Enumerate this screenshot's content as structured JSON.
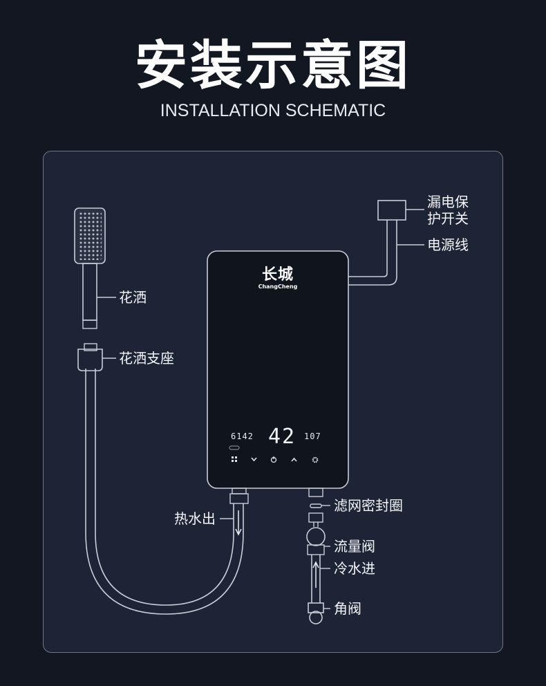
{
  "header": {
    "title": "安装示意图",
    "subtitle": "INSTALLATION SCHEMATIC"
  },
  "brand": {
    "name_cn": "长城",
    "name_en": "ChangCheng"
  },
  "display": {
    "left_readout": "6142",
    "center_temp": "42",
    "right_readout": "107"
  },
  "labels": {
    "leakage_switch_line1": "漏电保",
    "leakage_switch_line2": "护开关",
    "power_cord": "电源线",
    "shower_head": "花洒",
    "shower_holder": "花洒支座",
    "hot_water_out": "热水出",
    "filter_seal": "滤网密封圈",
    "flow_valve": "流量阀",
    "cold_water_in": "冷水进",
    "angle_valve": "角阀"
  },
  "colors": {
    "background": "#121721",
    "card": "#1d2435",
    "line": "#c9ced8",
    "heater_body": "#0f141d"
  }
}
